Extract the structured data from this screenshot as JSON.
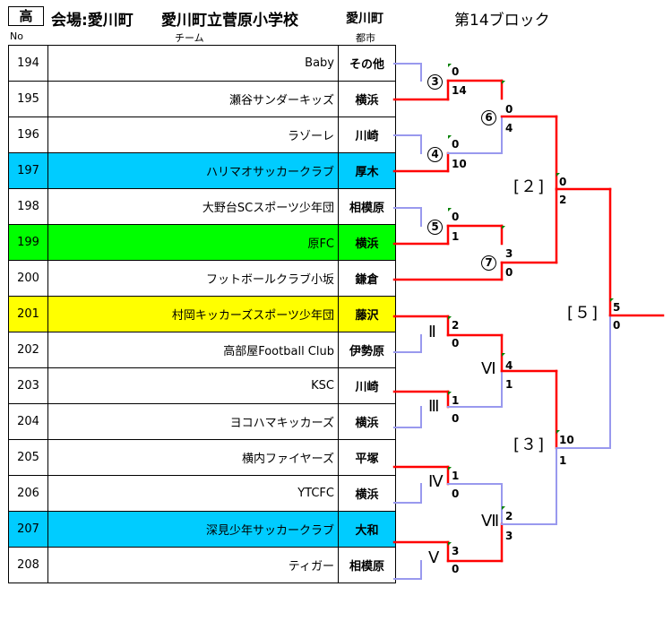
{
  "header": {
    "level": "高",
    "venue": "会場:愛川町",
    "venue_name": "愛川町立菅原小学校",
    "region": "愛川町",
    "block": "第14ブロック"
  },
  "columns": {
    "no": "No",
    "team": "チーム",
    "city": "都市"
  },
  "teams": [
    {
      "no": "194",
      "name": "Baby",
      "city": "その他",
      "bg": "#ffffff"
    },
    {
      "no": "195",
      "name": "瀬谷サンダーキッズ",
      "city": "横浜",
      "bg": "#ffffff"
    },
    {
      "no": "196",
      "name": "ラゾーレ",
      "city": "川崎",
      "bg": "#ffffff"
    },
    {
      "no": "197",
      "name": "ハリマオサッカークラブ",
      "city": "厚木",
      "bg": "#00ccff"
    },
    {
      "no": "198",
      "name": "大野台SCスポーツ少年団",
      "city": "相模原",
      "bg": "#ffffff"
    },
    {
      "no": "199",
      "name": "原FC",
      "city": "横浜",
      "bg": "#00ff00"
    },
    {
      "no": "200",
      "name": "フットボールクラブ小坂",
      "city": "鎌倉",
      "bg": "#ffffff"
    },
    {
      "no": "201",
      "name": "村岡キッカーズスポーツ少年団",
      "city": "藤沢",
      "bg": "#ffff00"
    },
    {
      "no": "202",
      "name": "高部屋Football  Club",
      "city": "伊勢原",
      "bg": "#ffffff"
    },
    {
      "no": "203",
      "name": "KSC",
      "city": "川崎",
      "bg": "#ffffff"
    },
    {
      "no": "204",
      "name": "ヨコハマキッカーズ",
      "city": "横浜",
      "bg": "#ffffff"
    },
    {
      "no": "205",
      "name": "横内ファイヤーズ",
      "city": "平塚",
      "bg": "#ffffff"
    },
    {
      "no": "206",
      "name": "YTCFC",
      "city": "横浜",
      "bg": "#ffffff"
    },
    {
      "no": "207",
      "name": "深見少年サッカークラブ",
      "city": "大和",
      "bg": "#00ccff"
    },
    {
      "no": "208",
      "name": "ティガー",
      "city": "相模原",
      "bg": "#ffffff"
    }
  ],
  "matches": [
    {
      "label": "3",
      "top": "0",
      "bottom": "14"
    },
    {
      "label": "4",
      "top": "0",
      "bottom": "10"
    },
    {
      "label": "5",
      "top": "0",
      "bottom": "1"
    },
    {
      "label": "6",
      "top": "0",
      "bottom": "4"
    },
    {
      "label": "7",
      "top": "3",
      "bottom": "0"
    },
    {
      "label": "Ⅱ",
      "top": "2",
      "bottom": "0"
    },
    {
      "label": "Ⅲ",
      "top": "1",
      "bottom": "0"
    },
    {
      "label": "Ⅳ",
      "top": "1",
      "bottom": "0"
    },
    {
      "label": "Ⅴ",
      "top": "3",
      "bottom": "0"
    },
    {
      "label": "Ⅵ",
      "top": "4",
      "bottom": "1"
    },
    {
      "label": "Ⅶ",
      "top": "2",
      "bottom": "3"
    },
    {
      "label": "[２]",
      "top": "0",
      "bottom": "2"
    },
    {
      "label": "[３]",
      "top": "10",
      "bottom": "1"
    },
    {
      "label": "[５]",
      "top": "5",
      "bottom": "0"
    }
  ],
  "colors": {
    "win": "#ff0000",
    "lose": "#9999ee",
    "flag": "#008000"
  }
}
